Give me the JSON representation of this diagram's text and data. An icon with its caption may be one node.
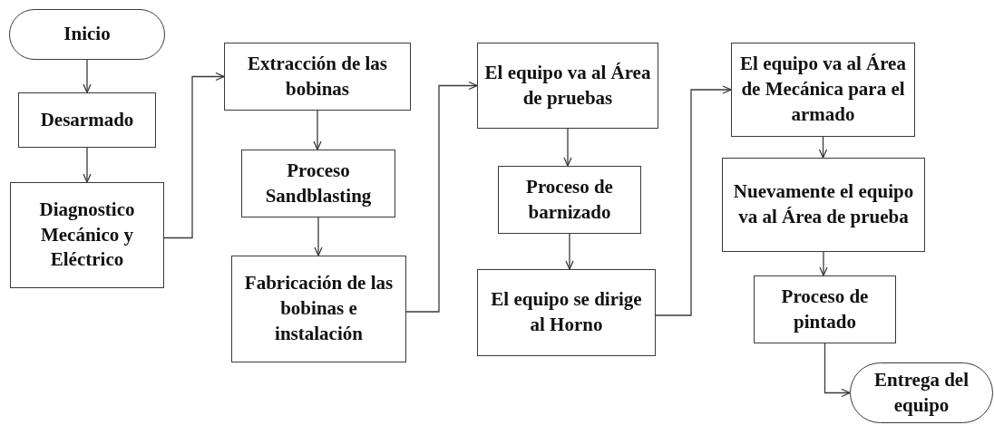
{
  "diagram": {
    "nodes": [
      {
        "text": [
          "Inicio"
        ]
      },
      {
        "text": [
          "Desarmado"
        ]
      },
      {
        "text": [
          "Diagnostico Mecánico y Eléctrico"
        ]
      },
      {
        "text": [
          "Extracción de las bobinas"
        ]
      },
      {
        "text": [
          "Proceso Sandblasting"
        ]
      },
      {
        "text": [
          "Fabricación de las bobinas e instalación"
        ]
      },
      {
        "text": [
          "El equipo va al Área de pruebas"
        ]
      },
      {
        "text": [
          "Proceso de barnizado"
        ]
      },
      {
        "text": [
          "El equipo se dirige al Horno"
        ]
      },
      {
        "text": [
          "El equipo va al Área de Mecánica para el armado"
        ]
      },
      {
        "text": [
          "Nuevamente el equipo va al Área de prueba"
        ]
      },
      {
        "text": [
          "Proceso de pintado"
        ]
      },
      {
        "text": [
          "Entrega del equipo"
        ]
      }
    ],
    "edges": [
      {
        "from": 0,
        "to": 1,
        "arrow": "to"
      },
      {
        "from": 1,
        "to": 2,
        "arrow": "to"
      },
      {
        "from": 2,
        "to": 3,
        "arrow": "to"
      },
      {
        "from": 3,
        "to": 4,
        "arrow": "to"
      },
      {
        "from": 4,
        "to": 5,
        "arrow": "to"
      },
      {
        "from": 5,
        "to": 6,
        "arrow": "to"
      },
      {
        "from": 6,
        "to": 7,
        "arrow": "to"
      },
      {
        "from": 7,
        "to": 8,
        "arrow": "to"
      },
      {
        "from": 8,
        "to": 9,
        "arrow": "to"
      },
      {
        "from": 9,
        "to": 10,
        "arrow": "to"
      },
      {
        "from": 10,
        "to": 11,
        "arrow": "to"
      },
      {
        "from": 11,
        "to": 12,
        "arrow": "to"
      }
    ]
  }
}
